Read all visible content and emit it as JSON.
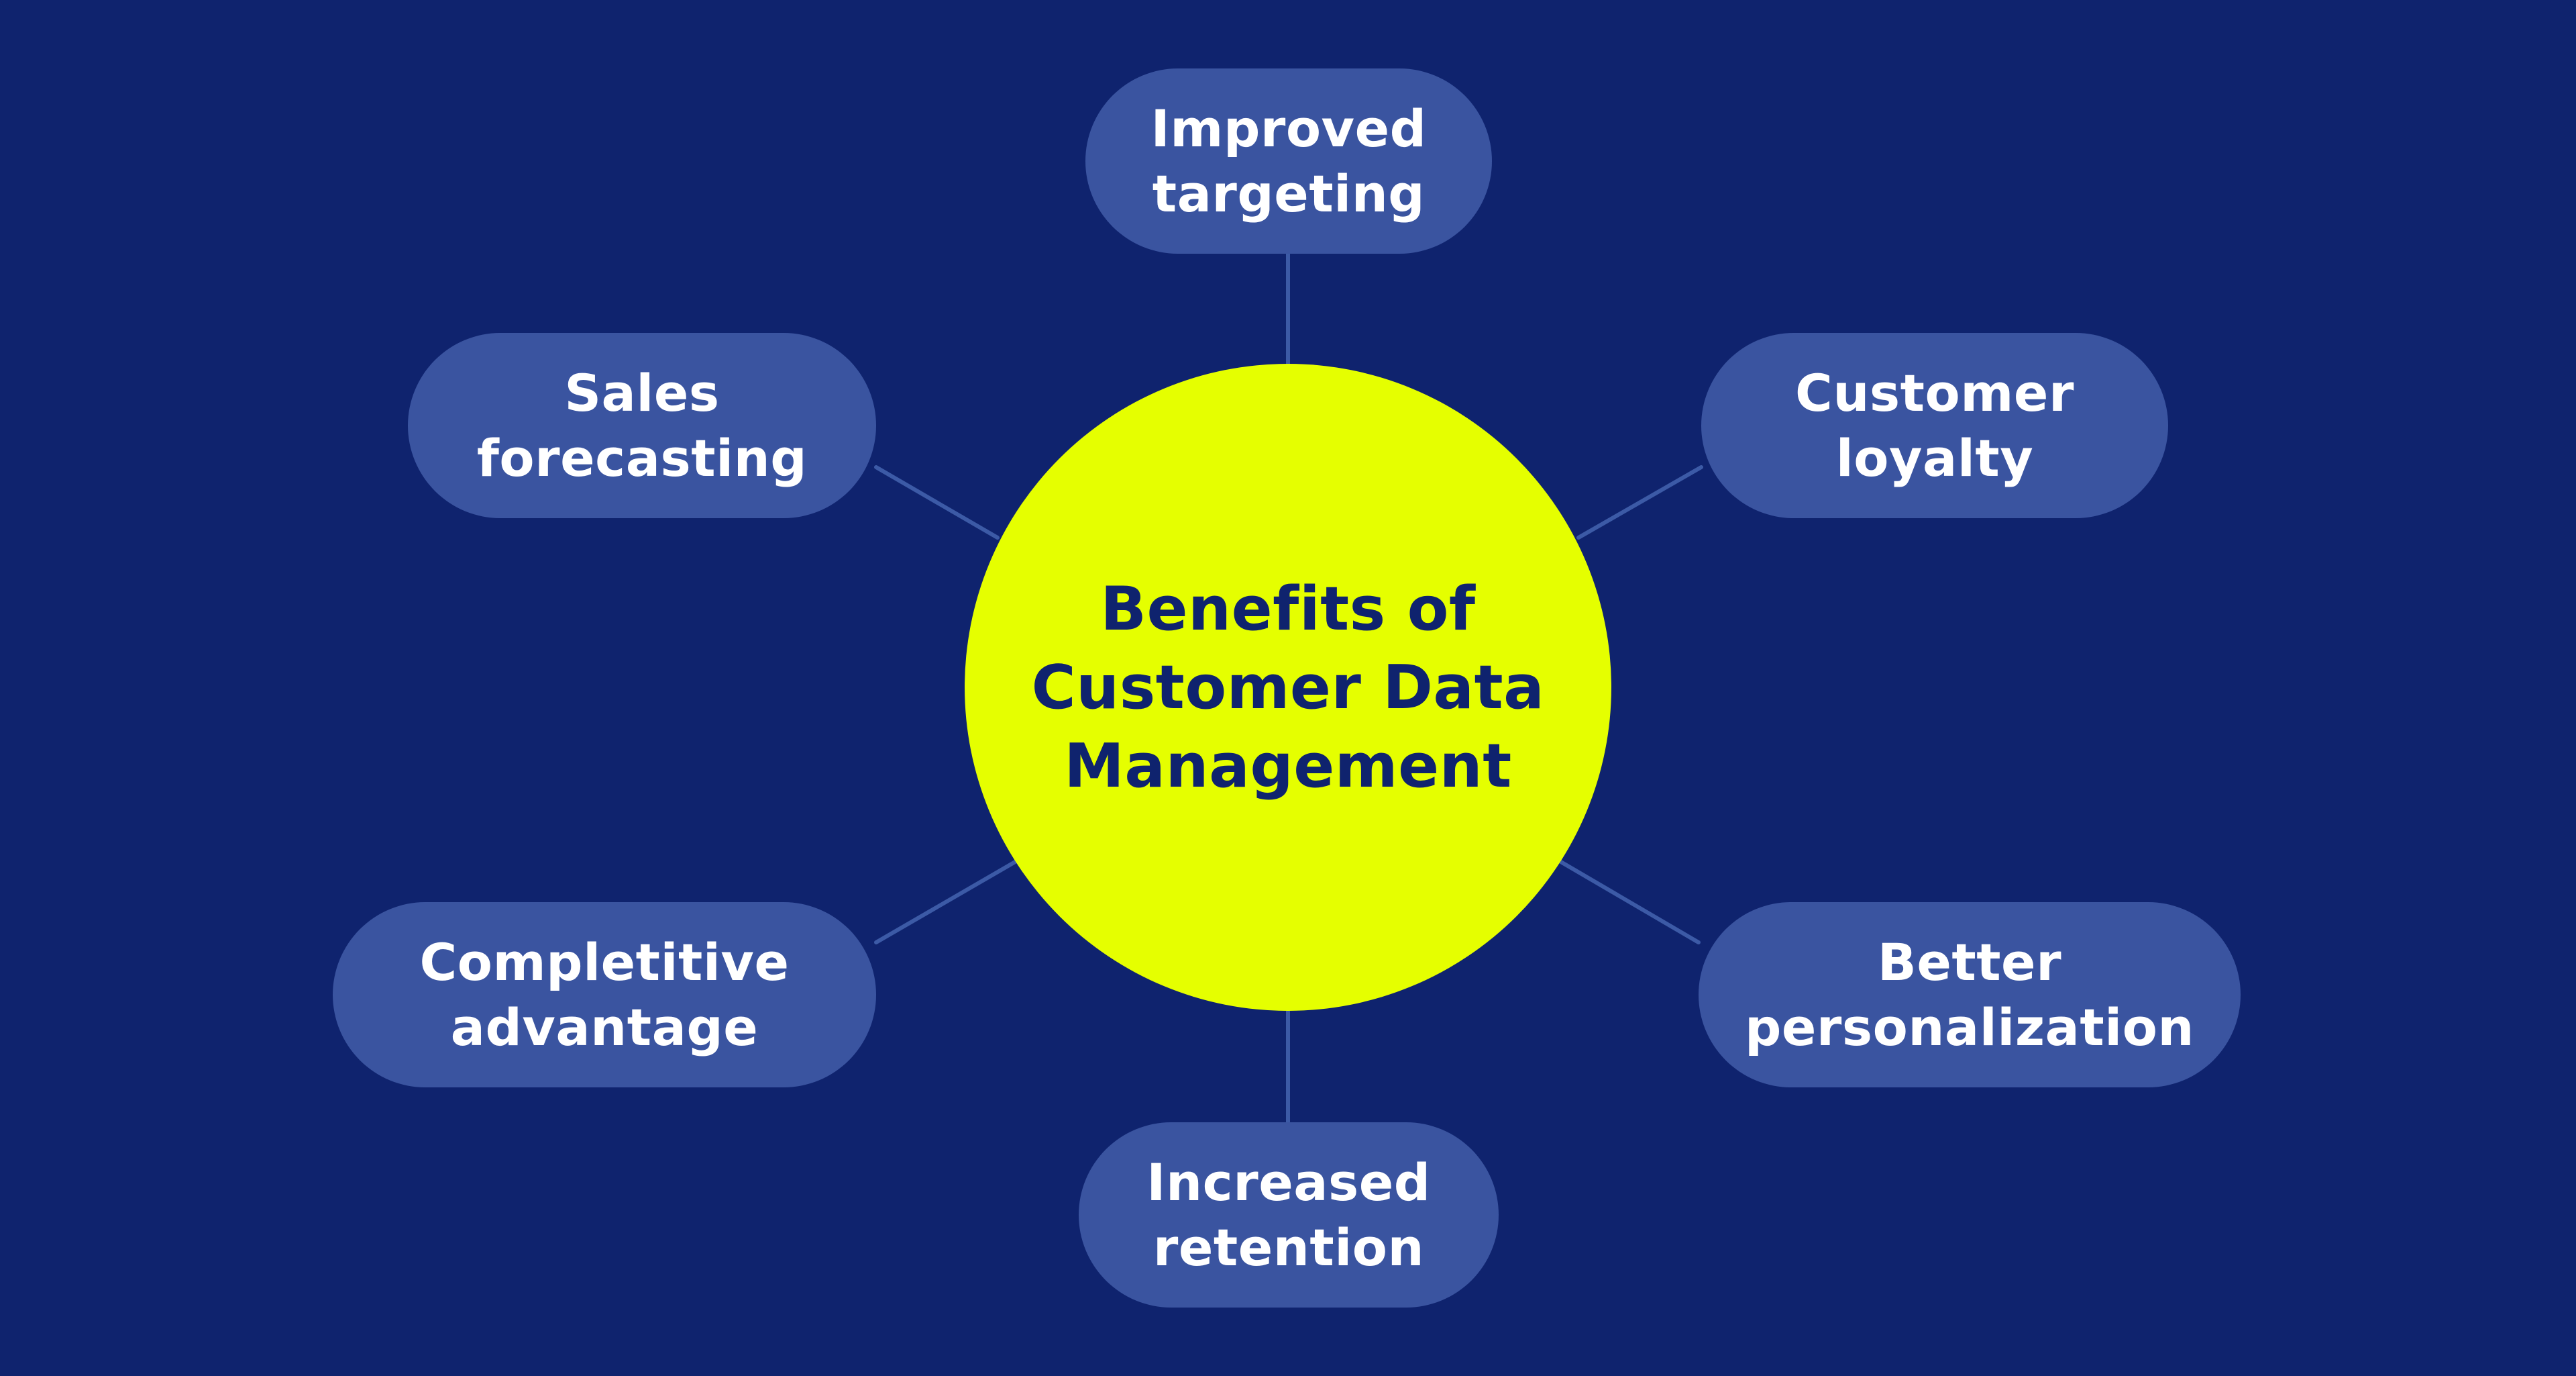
{
  "diagram": {
    "colors": {
      "background": "#0f236e",
      "hub_fill": "#e5ff00",
      "hub_text": "#0f236e",
      "pill_fill": "#3a54a0",
      "pill_text": "#ffffff",
      "connector": "#3c5aa6"
    },
    "hub": {
      "lines": [
        "Benefits of",
        "Customer Data",
        "Management"
      ]
    },
    "benefits": [
      {
        "id": "top",
        "lines": [
          "Improved",
          "targeting"
        ]
      },
      {
        "id": "ul",
        "lines": [
          "Sales",
          "forecasting"
        ]
      },
      {
        "id": "ur",
        "lines": [
          "Customer",
          "loyalty"
        ]
      },
      {
        "id": "ll",
        "lines": [
          "Completitive",
          "advantage"
        ]
      },
      {
        "id": "lr",
        "lines": [
          "Better",
          "personalization"
        ]
      },
      {
        "id": "bottom",
        "lines": [
          "Increased",
          "retention"
        ]
      }
    ]
  }
}
